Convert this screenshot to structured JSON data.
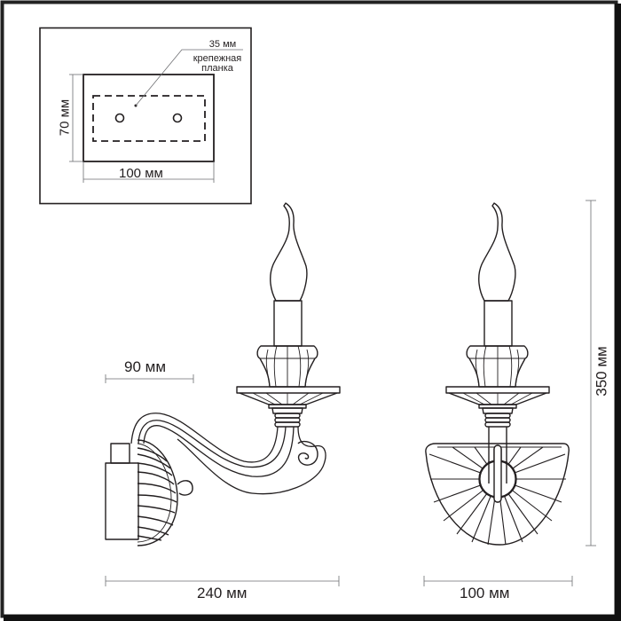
{
  "diagram": {
    "subject": "wall sconce (candle lamp) technical drawing",
    "colors": {
      "line": "#231f20",
      "dim_line": "#6d6e71",
      "background": "#ffffff",
      "frame": "#1a1a1a"
    }
  },
  "mounting_plate_inset": {
    "width_label": "100 мм",
    "height_label": "70 мм",
    "plate_label": "35 мм",
    "callout_line1": "крепежная",
    "callout_line2": "планка"
  },
  "side_view": {
    "depth_label": "90 мм",
    "width_label": "240 мм"
  },
  "front_view": {
    "width_label": "100 мм",
    "height_label": "350 мм"
  }
}
